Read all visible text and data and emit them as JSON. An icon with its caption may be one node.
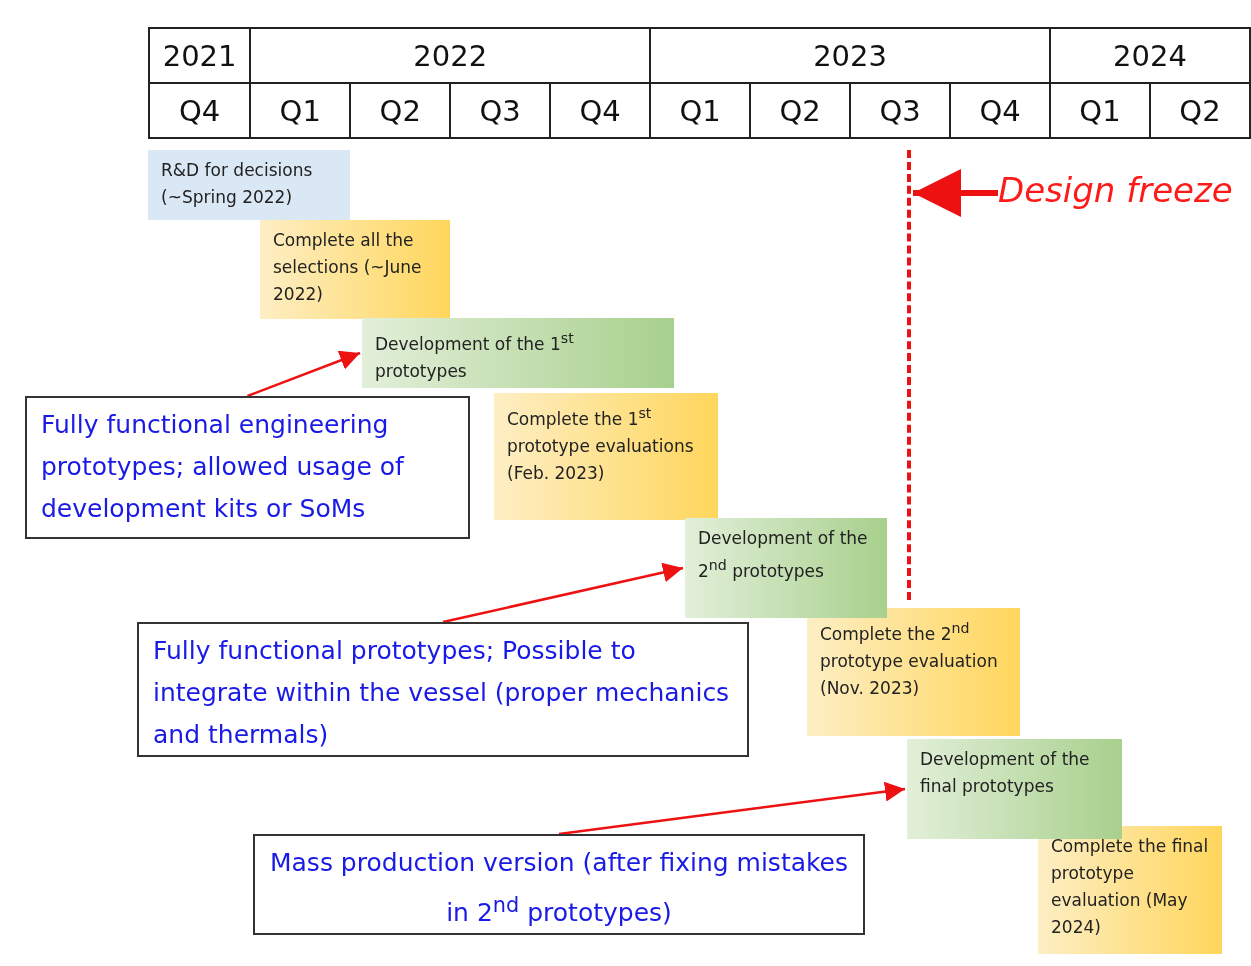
{
  "diagram": {
    "nodes": [
      {
        "text": [
          "R&D for decisions (~Spring 2022)"
        ]
      },
      {
        "text": [
          "Complete all the selections (~June 2022)"
        ]
      },
      {
        "text": [
          "Development of the 1$^{st}$ prototypes"
        ]
      },
      {
        "text": [
          "Fully functional engineering prototypes; allowed usage of development kits or SoMs"
        ]
      },
      {
        "text": [
          "Complete the 1$^{st}$ prototype evaluations (Feb. 2023)"
        ]
      },
      {
        "text": [
          "Development of the 2$^{nd}$ prototypes"
        ]
      },
      {
        "text": [
          "Fully functional prototypes; Possible to integrate within the vessel (proper mechanics and thermals)"
        ]
      },
      {
        "text": [
          "Complete the 2$^{nd}$ prototype evaluation (Nov. 2023)"
        ]
      },
      {
        "text": [
          "Development of the final prototypes"
        ]
      },
      {
        "text": [
          "Mass production version (after fixing mistakes in 2$^{nd}$ prototypes)"
        ]
      },
      {
        "text": [
          "Complete the final prototype evaluation (May 2024)"
        ]
      },
      {
        "text": [
          "Design freeze"
        ]
      },
      {
        "text": [],
        "shape": "line"
      }
    ],
    "edges": [
      {
        "from": 3,
        "to": 2,
        "arrow": "to"
      },
      {
        "from": 6,
        "to": 5,
        "arrow": "to"
      },
      {
        "from": 9,
        "to": 8,
        "arrow": "to"
      },
      {
        "from": 11,
        "to": 12,
        "arrow": "to",
        "style": "thick"
      }
    ],
    "labels": [
      "2021",
      "2022",
      "2023",
      "2024",
      "Q4",
      "Q1",
      "Q2",
      "Q3",
      "Q4",
      "Q1",
      "Q2",
      "Q3",
      "Q4",
      "Q1",
      "Q2"
    ]
  }
}
